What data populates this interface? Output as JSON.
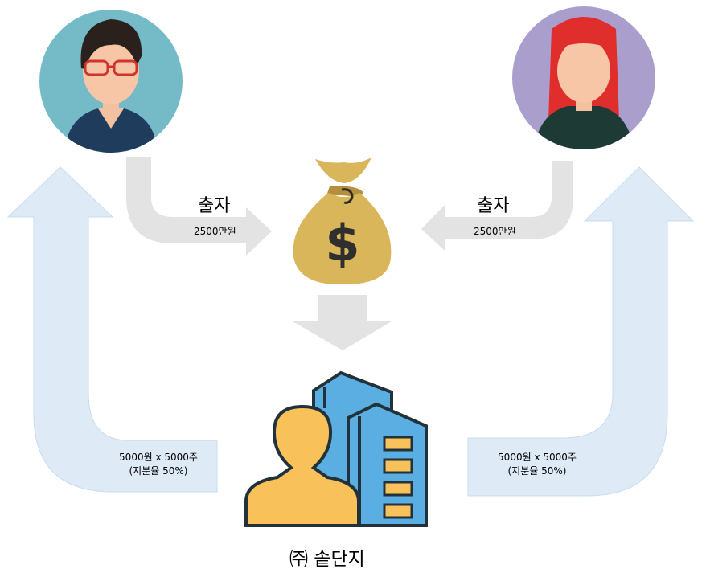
{
  "investors": [
    {
      "label": "출자",
      "amount": "2500만원",
      "shares": "5000원 x 5000주",
      "ownership": "(지분율 50%)",
      "avatar_icon": "man-with-glasses-avatar-icon",
      "avatar_bg": "#74bac7"
    },
    {
      "label": "출자",
      "amount": "2500만원",
      "shares": "5000원 x 5000주",
      "ownership": "(지분율 50%)",
      "avatar_icon": "woman-red-hair-avatar-icon",
      "avatar_bg": "#aa9ecd"
    }
  ],
  "center": {
    "money_icon": "money-bag-icon",
    "company_icon": "company-building-person-icon",
    "company_name": "㈜ 솥단지"
  },
  "colors": {
    "gray_arrow": "#e3e3e3",
    "blue_arrow": "#deeaf6",
    "blue_arrow_stroke": "#c9dcef",
    "money_bag": "#d9b65a",
    "building_blue": "#5aaee2",
    "person_orange": "#f9c15a"
  }
}
